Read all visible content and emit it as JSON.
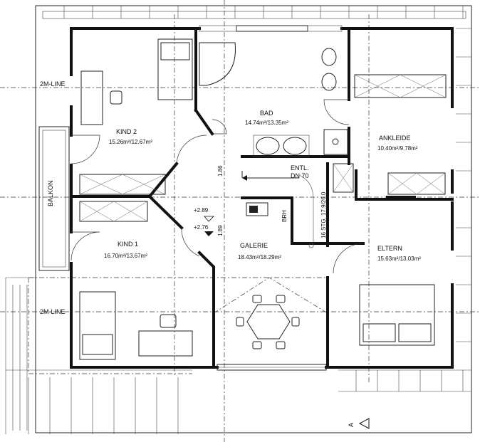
{
  "rooms": {
    "kind2": {
      "name": "KIND 2",
      "area": "15.26m²/12.67m²"
    },
    "bad": {
      "name": "BAD",
      "area": "14.74m²/13.35m²"
    },
    "ankleide": {
      "name": "ANKLEIDE",
      "area": "10.40m²/9.78m²"
    },
    "kind1": {
      "name": "KIND 1",
      "area": "16.70m²/13.67m²"
    },
    "galerie": {
      "name": "GALERIE",
      "area": "18.43m²/18.29m²"
    },
    "eltern": {
      "name": "ELTERN",
      "area": "15.63m²/13.03m²"
    }
  },
  "labels": {
    "line_upper": "2M-LINE",
    "line_lower": "2M-LINE",
    "balcony": "BALKON",
    "ventilation_1": "ENTL.",
    "ventilation_2": "DN 70",
    "stairs": "16 STG. 17.9/26.0",
    "railing": "BRH",
    "level_upper": "+2.89",
    "level_lower": "+2.76",
    "dim_upper": "1.86",
    "dim_lower": "1.89",
    "section_marker": "A"
  }
}
